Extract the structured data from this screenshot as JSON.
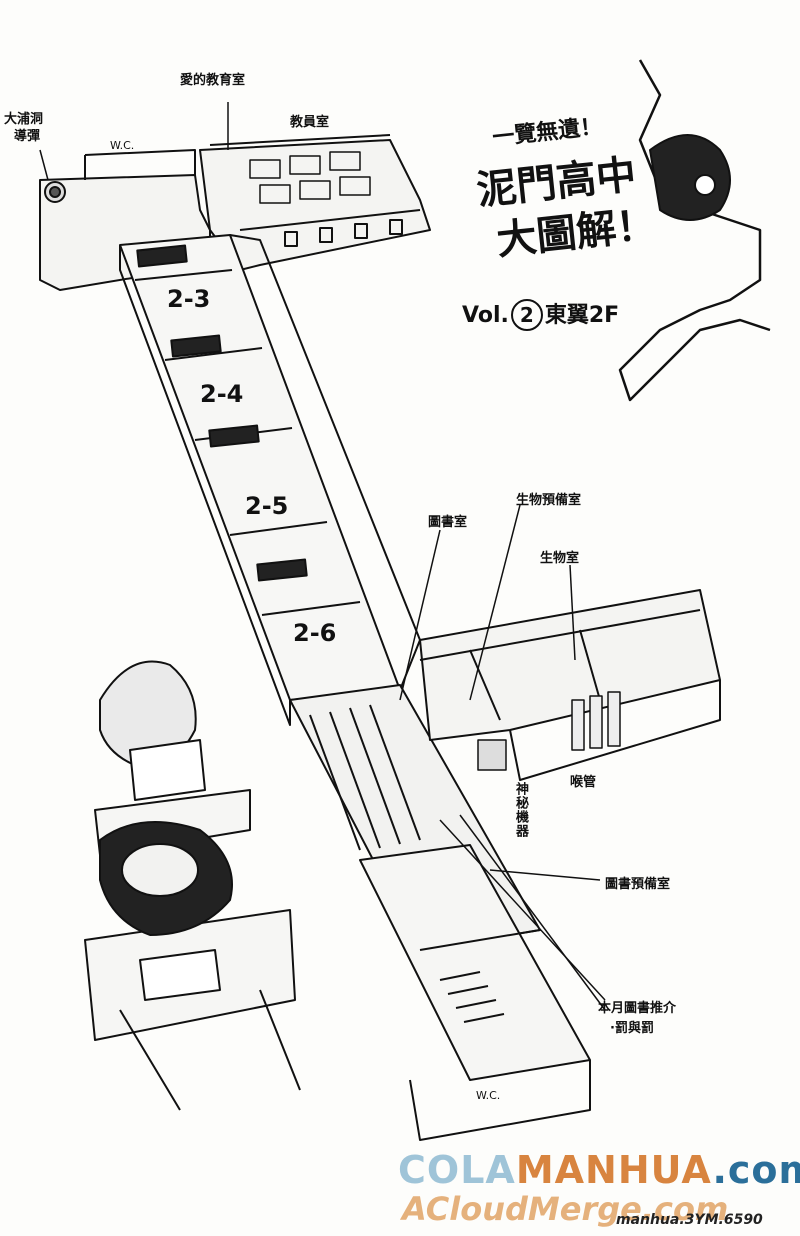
{
  "title": {
    "line1": "一覽無遺！",
    "line2": "泥門高中",
    "line3": "大圖解！",
    "vol_prefix": "Vol.",
    "vol_number": "2",
    "vol_suffix": "東翼2F"
  },
  "labels": {
    "taura_top": "大浦洞",
    "taura_bottom": "導彈",
    "wc_top": "W.C.",
    "love_room": "愛的教育室",
    "staff_room": "教員室",
    "library": "圖書室",
    "bio_prep": "生物預備室",
    "bio_room": "生物室",
    "throat_pipe": "喉管",
    "mystery_machine": "神秘機器",
    "library_prep": "圖書預備室",
    "monthly_book_1": "本月圖書推介",
    "monthly_book_2": "·罰與罰",
    "wc_bottom": "W.C."
  },
  "rooms": [
    "2-3",
    "2-4",
    "2-5",
    "2-6"
  ],
  "watermark": {
    "line1_a": "COLA",
    "line1_b": "MANHUA",
    "line1_c": ".com",
    "line2": "ACloudMerge.com",
    "line3": "manhua.3YM.6590"
  }
}
